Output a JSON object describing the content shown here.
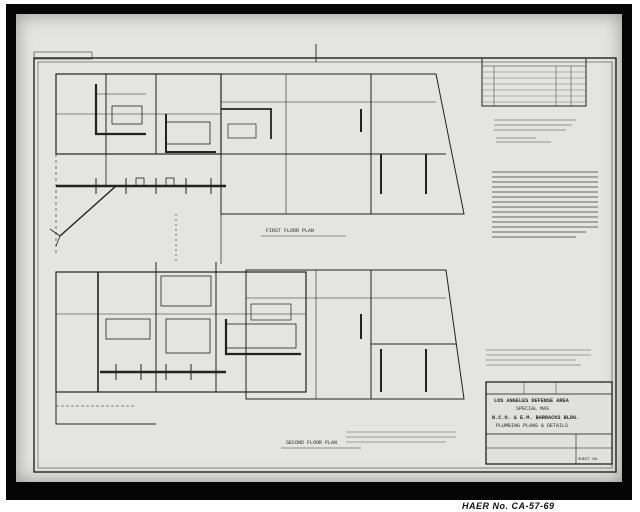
{
  "caption": "HAER No. CA-57-69",
  "title_block": {
    "line1": "LOS ANGELES DEFENSE AREA",
    "line2": "SPECIAL MAS",
    "line3": "N.C.O. & E.M. BARRACKS BLDG.",
    "line4": "PLUMBING PLANS & DETAILS"
  },
  "plan_titles": {
    "upper": "FIRST FLOOR PLAN",
    "lower": "SECOND FLOOR PLAN"
  },
  "stamp": "SHEET NO."
}
